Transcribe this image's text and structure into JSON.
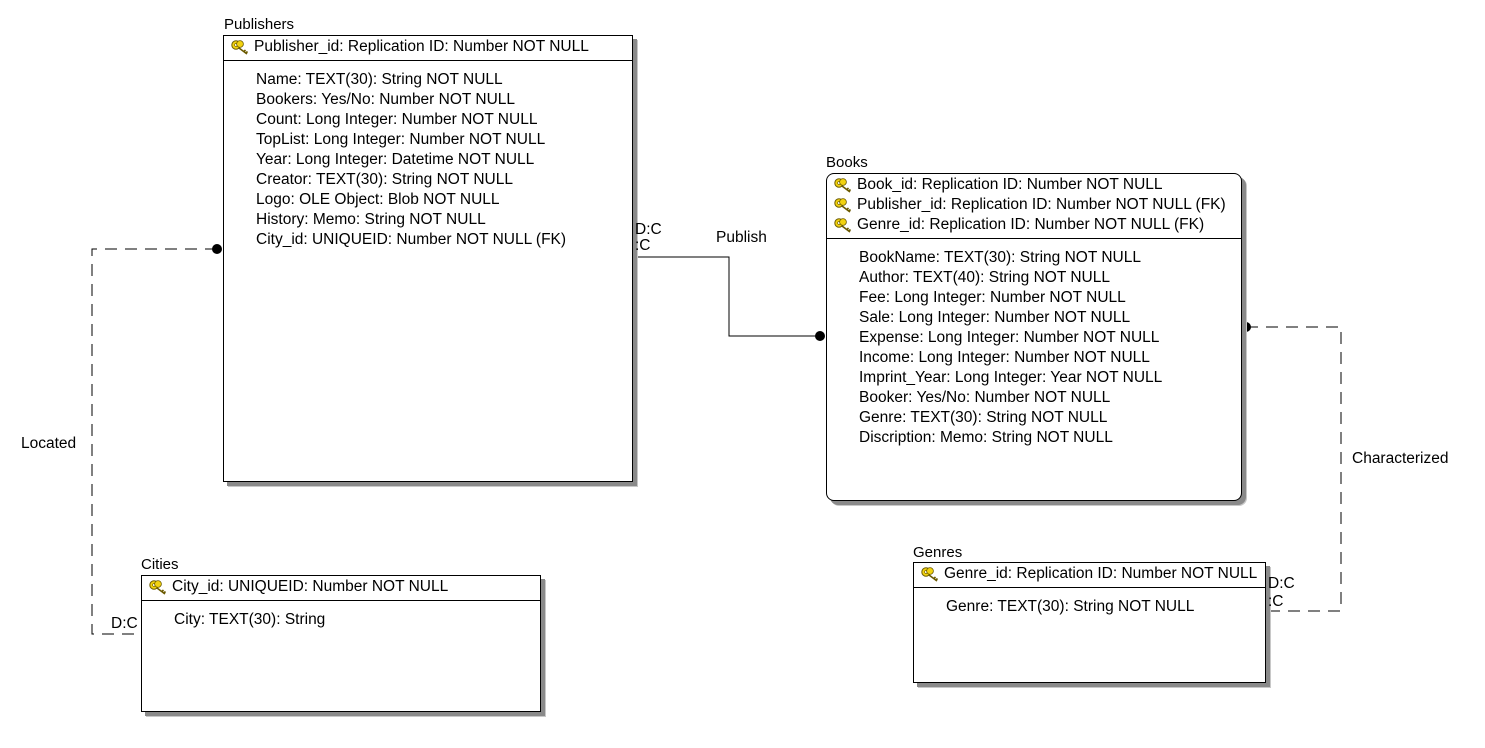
{
  "entities": {
    "publishers": {
      "title": "Publishers",
      "pk": [
        "Publisher_id: Replication ID: Number NOT NULL"
      ],
      "attrs": [
        "Name: TEXT(30): String NOT NULL",
        "Bookers: Yes/No: Number NOT NULL",
        "Count: Long Integer: Number NOT NULL",
        "TopList: Long Integer: Number NOT NULL",
        "Year: Long Integer: Datetime NOT NULL",
        "Creator: TEXT(30): String NOT NULL",
        "Logo: OLE Object: Blob NOT NULL",
        "History: Memo: String NOT NULL",
        "City_id: UNIQUEID: Number NOT NULL (FK)"
      ]
    },
    "books": {
      "title": "Books",
      "pk": [
        "Book_id: Replication ID: Number NOT NULL",
        "Publisher_id: Replication ID: Number NOT NULL (FK)",
        "Genre_id: Replication ID: Number NOT NULL (FK)"
      ],
      "attrs": [
        "BookName: TEXT(30): String NOT NULL",
        "Author: TEXT(40): String NOT NULL",
        "Fee: Long Integer: Number NOT NULL",
        "Sale: Long Integer: Number NOT NULL",
        "Expense: Long Integer: Number NOT NULL",
        "Income: Long Integer: Number NOT NULL",
        "Imprint_Year: Long Integer: Year NOT NULL",
        "Booker: Yes/No: Number NOT NULL",
        "Genre: TEXT(30): String NOT NULL",
        "Discription: Memo: String NOT NULL"
      ]
    },
    "cities": {
      "title": "Cities",
      "pk": [
        "City_id: UNIQUEID: Number NOT NULL"
      ],
      "attrs": [
        "City: TEXT(30): String"
      ]
    },
    "genres": {
      "title": "Genres",
      "pk": [
        "Genre_id: Replication ID: Number NOT NULL"
      ],
      "attrs": [
        "Genre: TEXT(30): String NOT NULL"
      ]
    }
  },
  "relationships": {
    "publish": {
      "label": "Publish",
      "card_delete": "D:C",
      "card_update": ":C"
    },
    "located": {
      "label": "Located",
      "card_delete": "D:C"
    },
    "characterized": {
      "label": "Characterized",
      "card_delete": "D:C",
      "card_update": ":C"
    }
  },
  "icons": {
    "key": "key-icon"
  },
  "colors": {
    "key_fill": "#f2d20f",
    "key_stroke": "#6b5a00",
    "shadow": "#8a8a8a"
  }
}
